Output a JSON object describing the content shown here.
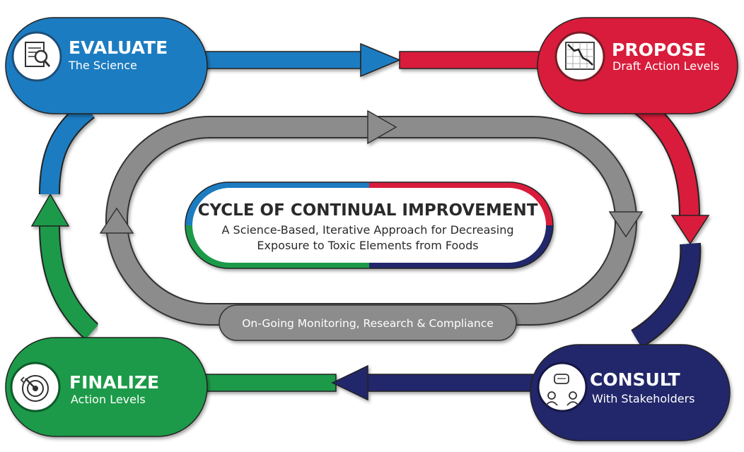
{
  "colors": {
    "blue": "#1f7cc1",
    "red": "#d91f3a",
    "navy": "#24286b",
    "green": "#1d9a48",
    "gray": "#8c8c8c"
  },
  "stages": {
    "evaluate": {
      "title": "EVALUATE",
      "subtitle": "The Science",
      "icon": "document-magnifier-icon"
    },
    "propose": {
      "title": "PROPOSE",
      "subtitle": "Draft Action Levels",
      "icon": "declining-chart-icon"
    },
    "consult": {
      "title": "CONSULT",
      "subtitle": "With Stakeholders",
      "icon": "people-discussion-icon"
    },
    "finalize": {
      "title": "FINALIZE",
      "subtitle": "Action Levels",
      "icon": "target-arrow-icon"
    }
  },
  "center": {
    "title": "CYCLE OF CONTINUAL IMPROVEMENT",
    "subtitle_line1": "A Science-Based, Iterative Approach for Decreasing",
    "subtitle_line2": "Exposure to Toxic Elements from Foods"
  },
  "loop_banner": {
    "label": "On-Going Monitoring, Research & Compliance"
  }
}
